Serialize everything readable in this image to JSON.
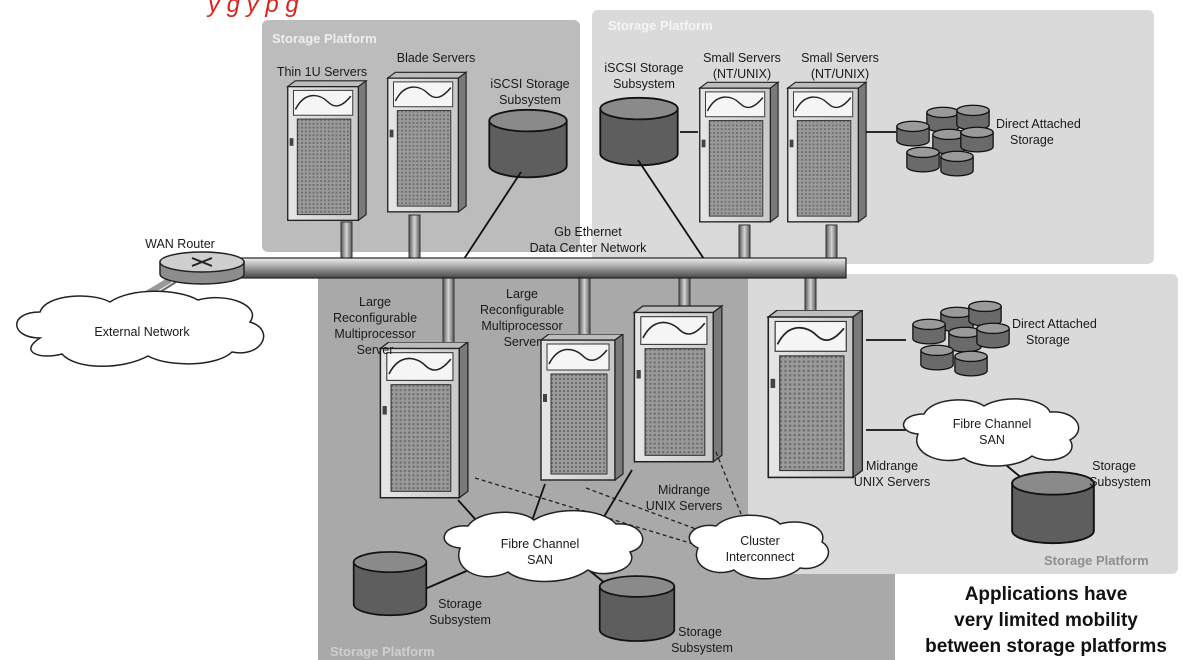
{
  "header": {
    "caption_fragment": "y                  g                         y         p    g"
  },
  "platforms": {
    "label": "Storage Platform"
  },
  "labels": {
    "thin_1u": "Thin 1U Servers",
    "blade": "Blade Servers",
    "iscsi_a_line1": "iSCSI Storage",
    "iscsi_a_line2": "Subsystem",
    "iscsi_b_line1": "iSCSI Storage",
    "iscsi_b_line2": "Subsystem",
    "small1_line1": "Small Servers",
    "small1_line2": "(NT/UNIX)",
    "small2_line1": "Small Servers",
    "small2_line2": "(NT/UNIX)",
    "das1_line1": "Direct Attached",
    "das1_line2": "Storage",
    "wan_router": "WAN Router",
    "network_line1": "Gb Ethernet",
    "network_line2": "Data Center Network",
    "external_network": "External Network",
    "large1_line1": "Large",
    "large1_line2": "Reconfigurable",
    "large1_line3": "Multiprocessor",
    "large1_line4": "Server",
    "large2_line1": "Large",
    "large2_line2": "Reconfigurable",
    "large2_line3": "Multiprocessor",
    "large2_line4": "Server",
    "midrange1_line1": "Midrange",
    "midrange1_line2": "UNIX Servers",
    "das2_line1": "Direct Attached",
    "das2_line2": "Storage",
    "fc_right_line1": "Fibre Channel",
    "fc_right_line2": "SAN",
    "midrange2_line1": "Midrange",
    "midrange2_line2": "UNIX Servers",
    "storage_sub_right_line1": "Storage",
    "storage_sub_right_line2": "Subsystem",
    "fc_center_line1": "Fibre Channel",
    "fc_center_line2": "SAN",
    "cluster_line1": "Cluster",
    "cluster_line2": "Interconnect",
    "storage_sub_left_line1": "Storage",
    "storage_sub_left_line2": "Subsystem",
    "storage_sub_center_line1": "Storage",
    "storage_sub_center_line2": "Subsystem"
  },
  "conclusion": {
    "line1": "Applications have",
    "line2": "very limited mobility",
    "line3": "between storage platforms"
  }
}
